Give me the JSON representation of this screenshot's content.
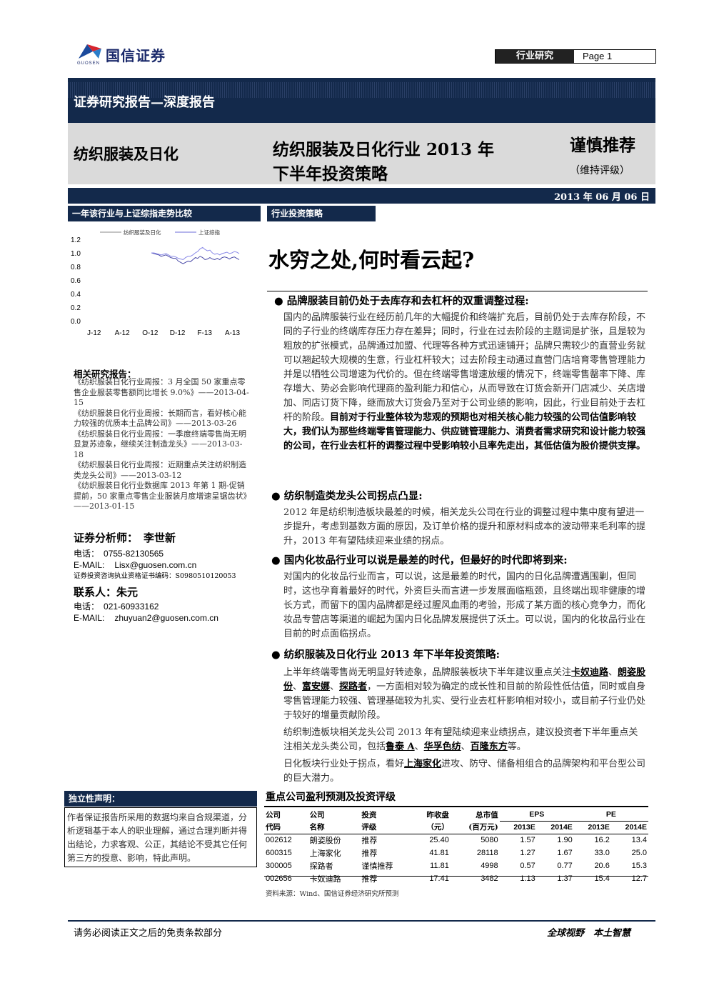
{
  "header": {
    "logo_text": "国信证券",
    "logo_sub": "GUOSEN",
    "section": "行业研究",
    "page": "Page 1"
  },
  "band": {
    "report_type": "证券研究报告—深度报告",
    "sector": "纺织服装及日化",
    "title_line1": "纺织服装及日化行业 2013 年",
    "title_line2": "下半年投资策略",
    "rating": "谨慎推荐",
    "rating_note": "（维持评级）",
    "date": "2013 年 06 月 06 日"
  },
  "chart_section_title": "一年该行业与上证综指走势比较",
  "chart_data": {
    "type": "line",
    "legend": [
      "纺织服装及日化",
      "上证综指"
    ],
    "x_ticks": [
      "J-12",
      "A-12",
      "O-12",
      "D-12",
      "F-13",
      "A-13"
    ],
    "y_ticks": [
      "1.2",
      "1.0",
      "0.8",
      "0.6",
      "0.4",
      "0.2",
      "0.0"
    ],
    "ylim": [
      0,
      1.2
    ],
    "series": [
      {
        "name": "纺织服装及日化",
        "values": [
          1.0,
          0.99,
          0.98,
          0.97,
          0.95,
          0.96,
          0.97,
          0.95,
          0.93,
          0.92,
          0.92,
          0.88,
          0.86,
          0.84,
          0.86,
          0.88,
          0.87,
          0.9,
          0.93,
          0.92,
          0.95,
          0.93,
          0.9,
          0.91,
          0.93,
          0.91,
          0.9,
          0.92,
          0.9,
          0.93,
          0.94,
          0.93,
          0.91,
          0.93,
          0.94,
          0.92,
          0.9
        ]
      },
      {
        "name": "上证综指",
        "values": [
          1.0,
          1.0,
          0.99,
          0.98,
          0.97,
          0.98,
          0.99,
          0.97,
          0.95,
          0.95,
          0.94,
          0.92,
          0.91,
          0.9,
          0.93,
          0.95,
          0.95,
          0.97,
          1.0,
          1.02,
          1.06,
          1.08,
          1.05,
          1.03,
          1.04,
          1.0,
          0.98,
          0.99,
          0.97,
          0.99,
          1.0,
          1.01,
          0.99,
          1.0,
          1.02,
          1.01,
          0.99
        ]
      }
    ]
  },
  "related": {
    "title": "相关研究报告：",
    "items": [
      "《纺织服装日化行业周报：3 月全国 50 家重点零售企业服装零售额同比增长 9.0%》——2013-04-15",
      "《纺织服装日化行业周报：长期而言，看好核心能力较强的优质本土品牌公司》——2013-03-26",
      "《纺织服装日化行业周报：一季度终端零售尚无明显复苏迹象，继续关注制造龙头》——2013-03-18",
      "《纺织服装日化行业周报：近期重点关注纺织制造类龙头公司》——2013-03-12",
      "《纺织服装日化行业数据库 2013 年第 1 期-促销提前，50 家重点零售企业服装月度增速呈锯齿状》——2013-01-15"
    ]
  },
  "analyst": {
    "label": "证券分析师：",
    "name": "李世新",
    "tel_label": "电话：",
    "tel": "0755-82130565",
    "email_label": "E-MAIL:",
    "email": "Lisx@guosen.com.cn",
    "license": "证券投资咨询执业资格证书编码：S0980510120053",
    "contact_label": "联系人：",
    "contact_name": "朱元",
    "contact_tel": "021-60933162",
    "contact_email": "zhuyuan2@guosen.com.cn"
  },
  "disclaimer": {
    "title": "独立性声明：",
    "text": "作者保证报告所采用的数据均来自合规渠道，分析逻辑基于本人的职业理解，通过合理判断并得出结论，力求客观、公正，其结论不受其它任何第三方的授意、影响，特此声明。"
  },
  "strategy_tag": "行业投资策略",
  "headline": "水穷之处,何时看云起?",
  "sections": [
    {
      "heading": "品牌服装目前仍处于去库存和去杠杆的双重调整过程:",
      "normal": "国内的品牌服装行业在经历前几年的大幅提价和终端扩充后，目前仍处于去库存阶段，不同的子行业的终端库存压力存在差异；同时，行业在过去阶段的主题词是扩张，且是较为粗放的扩张模式，品牌通过加盟、代理等各种方式迅速铺开；品牌只需较少的直营业务就可以翘起较大规模的生意，行业杠杆较大；过去阶段主动通过直营门店培育零售管理能力并是以牺牲公司增速为代价的。但在终端零售增速放缓的情况下，终端零售罄率下降、库存增大、势必会影响代理商的盈利能力和信心，从而导致在订货会新开门店减少、关店增加、同店订货下降，继而放大订货会乃至对于公司业绩的影响，因此，行业目前处于去杠杆的阶段。",
      "bold": "目前对于行业整体较为悲观的预期也对相关核心能力较强的公司估值影响较大，我们认为那些终端零售管理能力、供应链管理能力、消费者需求研究和设计能力较强的公司，在行业去杠杆的调整过程中受影响较小且率先走出，其低估值为股价提供支撑。"
    },
    {
      "heading": "纺织制造类龙头公司拐点凸显:",
      "text": "2012 年是纺织制造板块最差的时候，相关龙头公司在行业的调整过程中集中度有望进一步提升，考虑到基数方面的原因，及订单价格的提升和原材料成本的波动带来毛利率的提升，2013 年有望陆续迎来业绩的拐点。"
    },
    {
      "heading": "国内化妆品行业可以说是最差的时代，但最好的时代即将到来:",
      "text": "对国内的化妆品行业而言，可以说，这是最差的时代，国内的日化品牌遭遇围剿，但同时，这也孕育着最好的时代，外资巨头而言进一步发展面临瓶颈，且终端出现非健康的增长方式，而留下的国内品牌都是经过腥风血雨的考验，形成了某方面的核心竞争力，而化妆品专营店等渠道的崛起为国内日化品牌发展提供了沃土。可以说，国内的化妆品行业在目前的时点面临拐点。"
    },
    {
      "heading": "纺织服装及日化行业 2013 年下半年投资策略:",
      "p1_a": "上半年终端零售尚无明显好转迹象，品牌服装板块下半年建议重点关注",
      "p1_s1": "卡奴迪路",
      "p1_s2": "朗姿股份",
      "p1_s3": "富安娜",
      "p1_s4": "探路者",
      "p1_b": "，一方面相对较为确定的成长性和目前的阶段性低估值，同时或自身零售管理能力较强、管理基础较为扎实、受行业去杠杆影响相对较小，或目前子行业仍处于较好的增量贡献阶段。",
      "p2_a": "纺织制造板块相关龙头公司 2013 年有望陆续迎来业绩拐点，建议投资者下半年重点关注相关龙头类公司，包括",
      "p2_s1": "鲁泰 A",
      "p2_s2": "华孚色纺",
      "p2_s3": "百隆东方",
      "p2_b": "等。",
      "p3_a": "日化板块行业处于拐点，看好",
      "p3_s1": "上海家化",
      "p3_b": "进攻、防守、储备相组合的品牌架构和平台型公司的巨大潜力。"
    }
  ],
  "table": {
    "title": "重点公司盈利预测及投资评级",
    "headers_top": [
      "公司",
      "公司",
      "投资",
      "昨收盘",
      "总市值",
      "EPS",
      "PE"
    ],
    "headers_bottom": [
      "代码",
      "名称",
      "评级",
      "（元）",
      "(百万元)",
      "2013E",
      "2014E",
      "2013E",
      "2014E"
    ],
    "rows": [
      [
        "002612",
        "朗姿股份",
        "推荐",
        "25.40",
        "5080",
        "1.57",
        "1.90",
        "16.2",
        "13.4"
      ],
      [
        "600315",
        "上海家化",
        "推荐",
        "41.81",
        "28118",
        "1.27",
        "1.67",
        "33.0",
        "25.0"
      ],
      [
        "300005",
        "探路者",
        "谨慎推荐",
        "11.81",
        "4998",
        "0.57",
        "0.77",
        "20.6",
        "15.3"
      ],
      [
        "002656",
        "卡奴迪路",
        "推荐",
        "17.41",
        "3482",
        "1.13",
        "1.37",
        "15.4",
        "12.7"
      ]
    ],
    "source": "资料来源：Wind、国信证券经济研究所预测"
  },
  "footer": {
    "left": "请务必阅读正文之后的免责条款部分",
    "right": "全球视野　本土智慧"
  }
}
